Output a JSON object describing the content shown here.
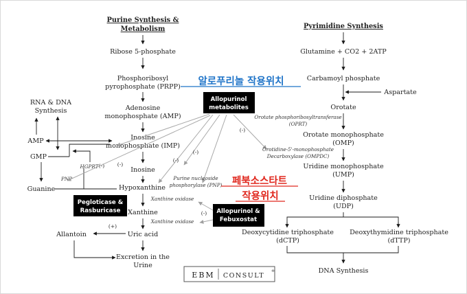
{
  "colors": {
    "annotation_blue": "#1f74c8",
    "annotation_red": "#e0271d",
    "box_fill": "#000000",
    "inhibition_line": "#a8a8a8"
  },
  "purine": {
    "title_line1": "Purine Synthesis &",
    "title_line2": "Metabolism",
    "ribose": "Ribose 5-phosphate",
    "prpp_line1": "Phosphoribosyl",
    "prpp_line2": "pyrophosphate (PRPP)",
    "amp_line1": "Adenosine",
    "amp_line2": "monophosphate (AMP)",
    "imp_line1": "Inosine",
    "imp_line2": "monophosphate (IMP)",
    "inosine": "Inosine",
    "hypoxanthine": "Hypoxanthine",
    "xanthine": "Xanthine",
    "uric_acid": "Uric acid",
    "excretion_line1": "Excretion in the",
    "excretion_line2": "Urine",
    "allantoin": "Allantoin",
    "rna_dna_line1": "RNA & DNA",
    "rna_dna_line2": "Synthesis",
    "amp_left": "AMP",
    "gmp": "GMP",
    "guanine": "Guanine",
    "hgprt": "HGPRT",
    "pnp_left": "PNP",
    "pnp_enzyme_line1": "Purine nucleoside",
    "pnp_enzyme_line2": "phosphorylase (PNP)",
    "xo_1": "Xanthine oxidase",
    "xo_2": "Xanthine oxidase"
  },
  "pyrimidine": {
    "title": "Pyrimidine Synthesis",
    "glutamine": "Glutamine + CO2 + 2ATP",
    "carbamoyl": "Carbamoyl phosphate",
    "aspartate": "Aspartate",
    "orotate": "Orotate",
    "oprt_line1": "Orotate phosphoribosyltransferase",
    "oprt_line2": "(OPRT)",
    "omp_line1": "Orotate monophosphate",
    "omp_line2": "(OMP)",
    "ompdc_line1": "Orotidine-5'-monophosphate",
    "ompdc_line2": "Decarboxylase (OMPDC)",
    "ump_line1": "Uridine monophosphate",
    "ump_line2": "(UMP)",
    "udp_line1": "Uridine diphosphate",
    "udp_line2": "(UDP)",
    "dctp_line1": "Deoxycytidine triphosphate",
    "dctp_line2": "(dCTP)",
    "dttp_line1": "Deoxythymidine triphosphate",
    "dttp_line2": "(dTTP)",
    "dna": "DNA Synthesis"
  },
  "boxes": {
    "allopurinol_metabolites_line1": "Allopurinol",
    "allopurinol_metabolites_line2": "metabolites",
    "pegloticase_line1": "Pegloticase &",
    "pegloticase_line2": "Rasburicase",
    "allopurinol_febuxostat_line1": "Allopurinol &",
    "allopurinol_febuxostat_line2": "Febuxostat"
  },
  "signs": {
    "minus": "(-)",
    "plus": "(+)"
  },
  "annotations": {
    "blue": "알로푸리놀 작용위치",
    "red_line1": "페북소스타트",
    "red_line2": "작용위치"
  },
  "logo": {
    "left": "EBM",
    "right": "CONSULT",
    "mark": "®"
  }
}
